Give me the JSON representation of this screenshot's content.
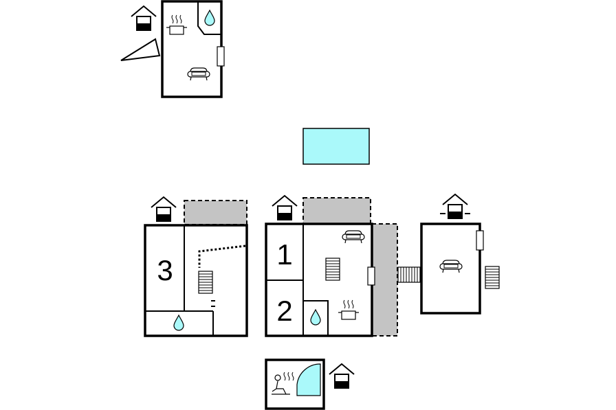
{
  "colors": {
    "water": "#aaf9fa",
    "terrace": "#c4c4c4",
    "line": "#000000",
    "background": "#ffffff"
  },
  "rooms": {
    "bedroom_1": "1",
    "bedroom_2": "2",
    "bedroom_3": "3"
  },
  "icons": [
    "house-icon",
    "water-drop-icon",
    "sofa-icon",
    "cooking-pot-icon",
    "stairs-icon",
    "sauna-icon",
    "window-icon"
  ]
}
